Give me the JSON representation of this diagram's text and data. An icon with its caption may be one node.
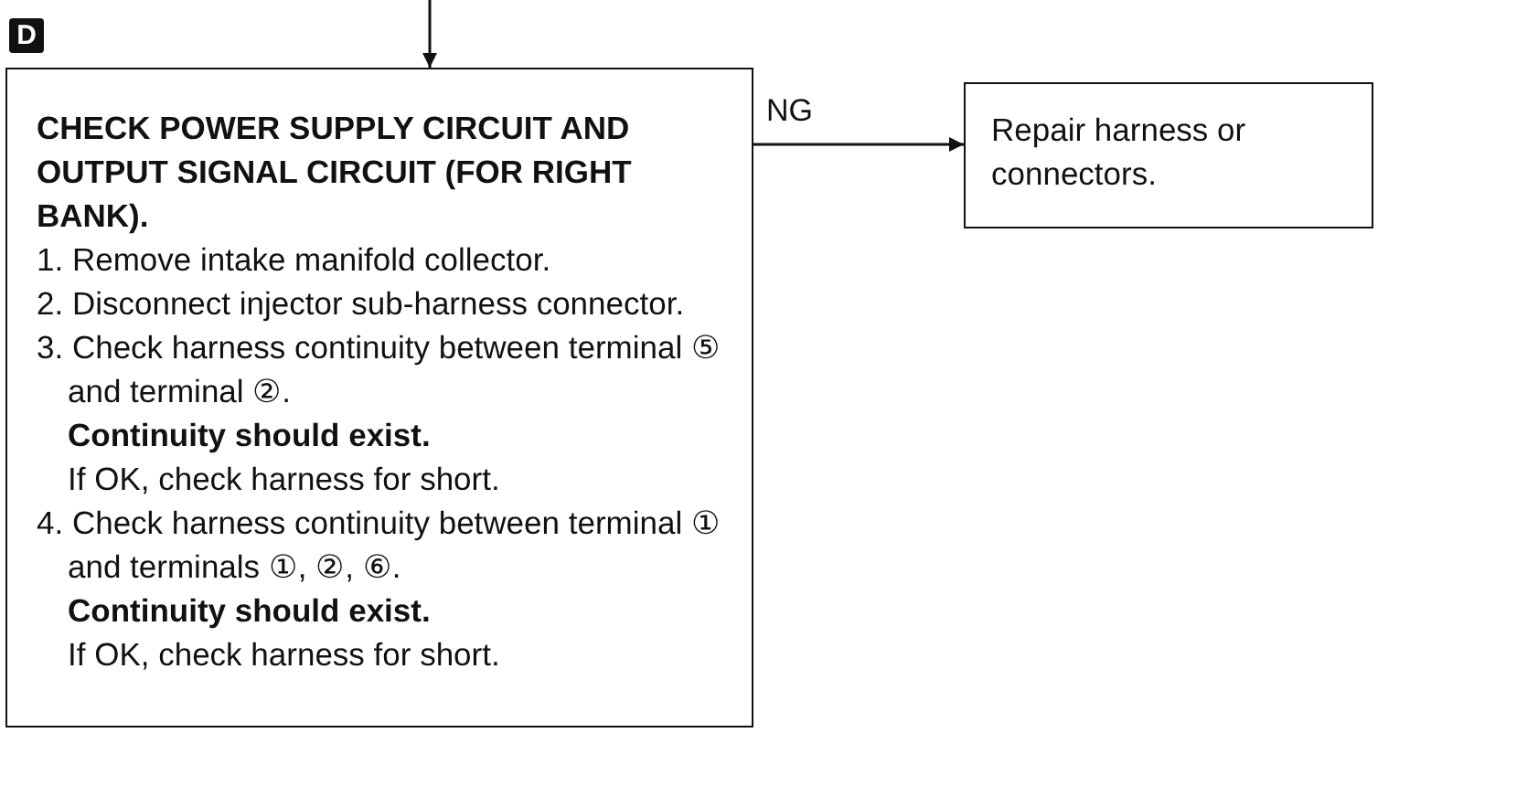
{
  "diagram": {
    "nodes": [
      {
        "text": [
          "CHECK POWER SUPPLY CIRCUIT AND OUTPUT SIGNAL CIRCUIT (FOR RIGHT BANK).",
          "1. Remove intake manifold collector.",
          "2. Disconnect injector sub-harness connector.",
          "3. Check harness continuity between terminal ⑤ and terminal ②.",
          "Continuity should exist.",
          "If OK, check harness for short.",
          "4. Check harness continuity between terminal ① and terminals ①, ②, ⑥.",
          "Continuity should exist.",
          "If OK, check harness for short."
        ]
      },
      {
        "text": [
          "Repair harness or connectors."
        ]
      }
    ],
    "edges": [
      {
        "from": null,
        "to": 0,
        "arrow": "to"
      },
      {
        "from": 0,
        "to": 1,
        "arrow": "to",
        "label": "NG"
      }
    ],
    "labels": [
      "D"
    ]
  }
}
